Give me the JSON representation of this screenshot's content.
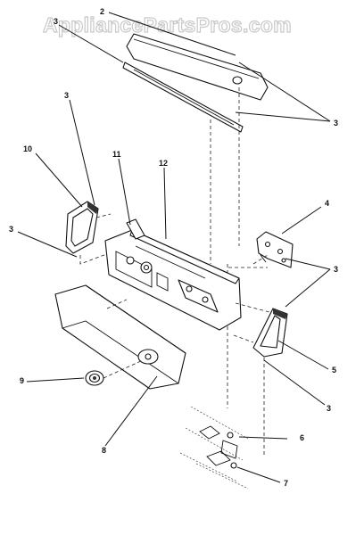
{
  "watermark": "AppliancePartsPros.com",
  "callouts": [
    {
      "id": "c2",
      "label": "2"
    },
    {
      "id": "c3a",
      "label": "3"
    },
    {
      "id": "c3b",
      "label": "3"
    },
    {
      "id": "c10",
      "label": "10"
    },
    {
      "id": "c11",
      "label": "11"
    },
    {
      "id": "c12",
      "label": "12"
    },
    {
      "id": "c3c",
      "label": "3"
    },
    {
      "id": "c3d",
      "label": "3"
    },
    {
      "id": "c4",
      "label": "4"
    },
    {
      "id": "c3e",
      "label": "3"
    },
    {
      "id": "c5",
      "label": "5"
    },
    {
      "id": "c3f",
      "label": "3"
    },
    {
      "id": "c9",
      "label": "9"
    },
    {
      "id": "c6",
      "label": "6"
    },
    {
      "id": "c8",
      "label": "8"
    },
    {
      "id": "c7",
      "label": "7"
    }
  ]
}
